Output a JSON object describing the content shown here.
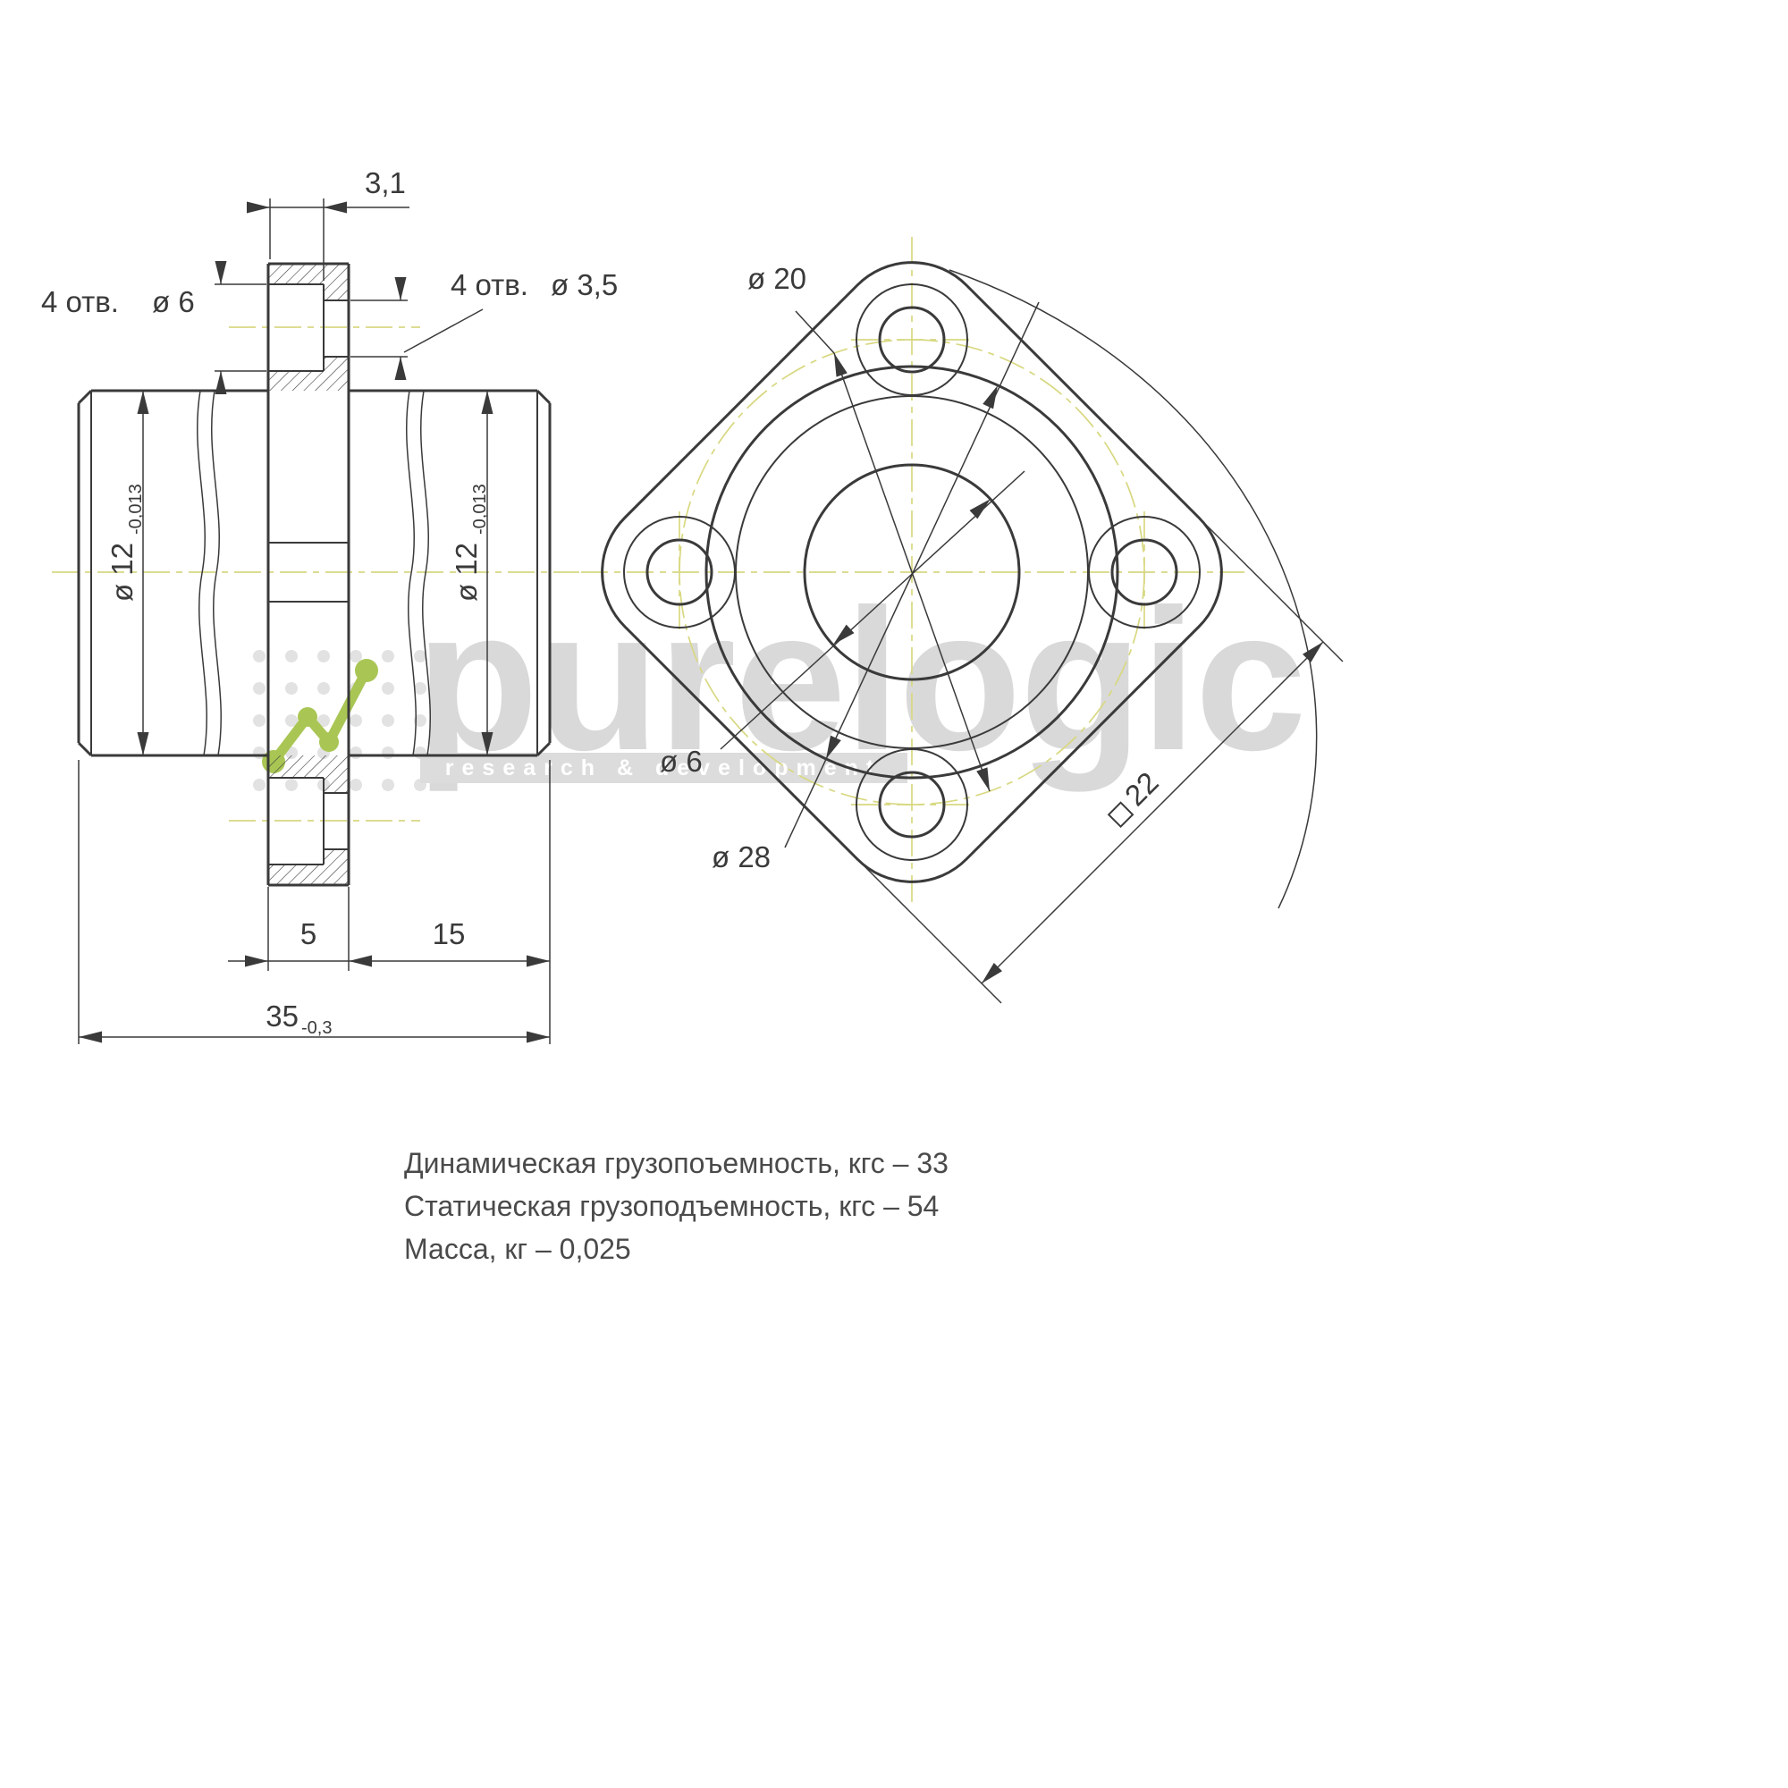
{
  "side_view": {
    "dim_31": "3,1",
    "holes_left_qty": "4 отв.",
    "holes_left_dia": "ø 6",
    "holes_right_qty": "4 отв.",
    "holes_right_dia": "ø 3,5",
    "dia12_left": "ø 12",
    "dia12_left_tol": "-0,013",
    "dia12_right": "ø 12",
    "dia12_right_tol": "-0,013",
    "dim_5": "5",
    "dim_15": "15",
    "dim_35": "35",
    "dim_35_tol": "-0,3"
  },
  "front_view": {
    "dia20": "ø 20",
    "dia6": "ø 6",
    "dia28": "ø 28",
    "square22": "22"
  },
  "watermark": {
    "brand": "purelogic",
    "tagline": "research & development"
  },
  "specs": {
    "line1": "Динамическая грузопоъемность, кгс – 33",
    "line2": "Статическая грузоподъемность, кгс – 54",
    "line3": "Масса, кг – 0,025"
  },
  "colors": {
    "line": "#3a3a3a",
    "centerline": "#d8d882",
    "accent_green": "#a9c654",
    "watermark_gray": "#d9d9d9",
    "spec_text": "#4a4a4a"
  }
}
